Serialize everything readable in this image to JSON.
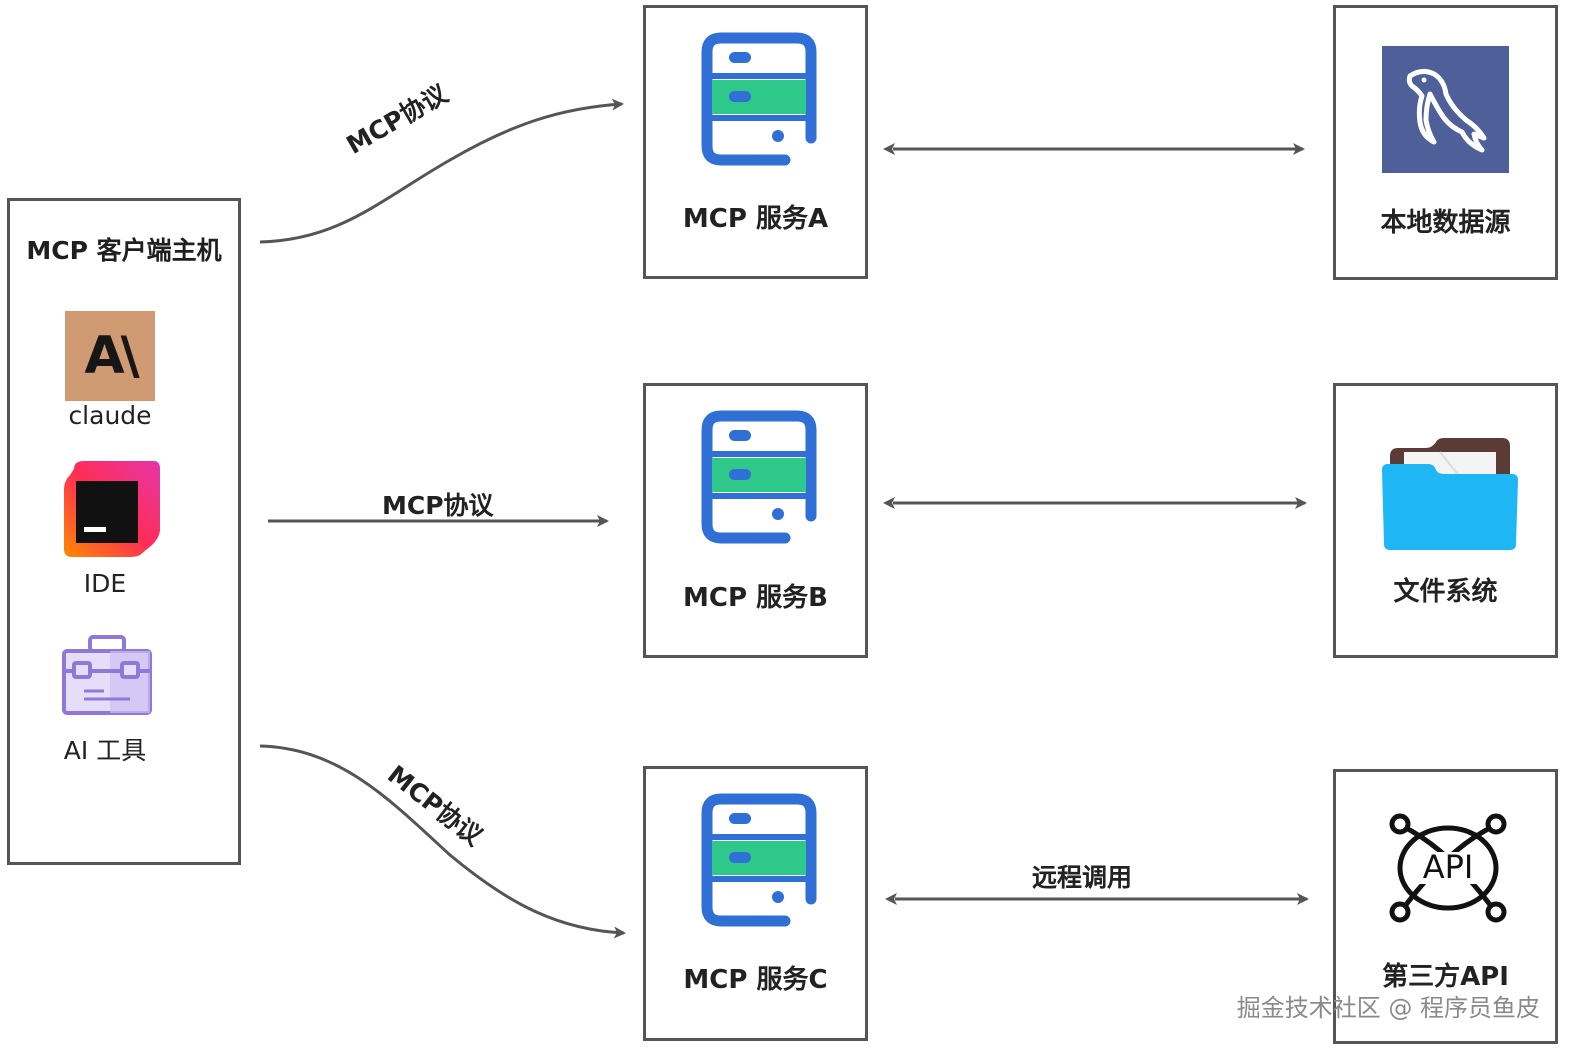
{
  "client": {
    "title": "MCP 客户端主机",
    "items": [
      {
        "label": "claude",
        "icon": "anthropic-logo-icon",
        "logo_text": "A\\"
      },
      {
        "label": "IDE",
        "icon": "jetbrains-ide-icon"
      },
      {
        "label": "AI 工具",
        "icon": "toolbox-icon"
      }
    ]
  },
  "servers": [
    {
      "label": "MCP 服务A",
      "icon": "server-icon"
    },
    {
      "label": "MCP 服务B",
      "icon": "server-icon"
    },
    {
      "label": "MCP 服务C",
      "icon": "server-icon"
    }
  ],
  "resources": [
    {
      "label": "本地数据源",
      "icon": "mysql-dolphin-icon"
    },
    {
      "label": "文件系统",
      "icon": "folder-icon"
    },
    {
      "label": "第三方API",
      "icon": "api-icon",
      "logo_text": "API"
    }
  ],
  "edges": {
    "protocol_top": "MCP协议",
    "protocol_middle": "MCP协议",
    "protocol_bottom": "MCP协议",
    "remote_call": "远程调用"
  },
  "watermark": "掘金技术社区 @ 程序员鱼皮",
  "colors": {
    "border": "#555555",
    "server_blue": "#2f6fd6",
    "server_green": "#2ec88a",
    "mysql_bg": "#4e5f9a",
    "folder_blue": "#1fb6f5",
    "folder_brown": "#5a3b36",
    "claude_bg": "#d09a73",
    "toolbox_purple": "#a58fe0"
  }
}
